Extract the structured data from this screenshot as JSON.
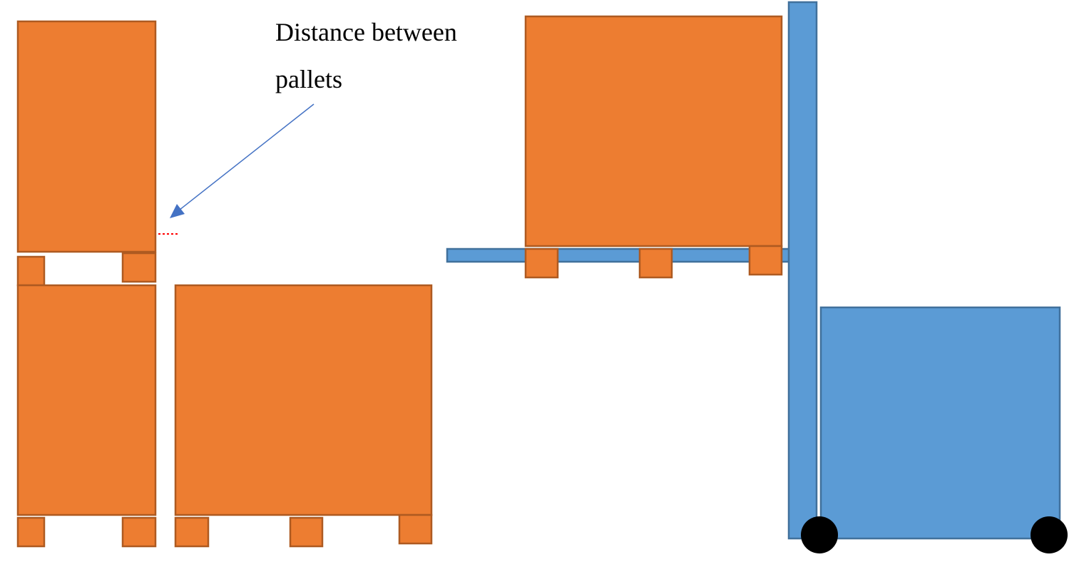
{
  "annotation": {
    "line1": "Distance between",
    "line2": "pallets"
  },
  "colors": {
    "pallet_fill": "#ED7D31",
    "pallet_stroke": "#AE5A21",
    "forklift_fill": "#5B9BD5",
    "forklift_stroke": "#41719C",
    "arrow": "#4472C4",
    "gap_marker": "#FF0000",
    "wheel": "#000000"
  },
  "objects": {
    "pallets": [
      "stacked-top-pallet",
      "stacked-bottom-pallet",
      "ground-pallet",
      "forklift-pallet"
    ],
    "forklift": [
      "mast",
      "fork",
      "body",
      "front-wheel",
      "rear-wheel"
    ]
  }
}
